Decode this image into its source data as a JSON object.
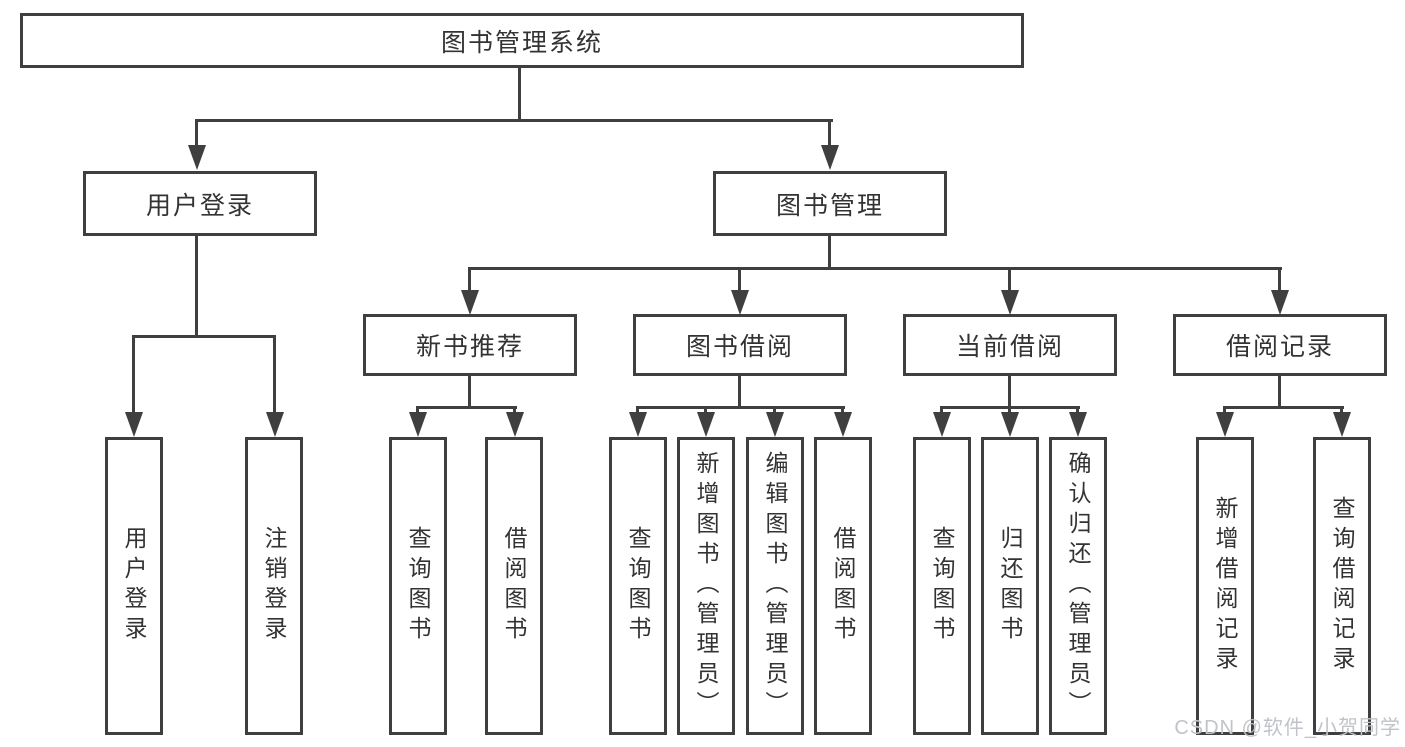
{
  "diagram": {
    "root": {
      "label": "图书管理系统"
    },
    "level1": [
      {
        "label": "用户登录",
        "children": [
          {
            "label": "用户登录"
          },
          {
            "label": "注销登录"
          }
        ]
      },
      {
        "label": "图书管理",
        "children": [
          {
            "label": "新书推荐",
            "children": [
              {
                "label": "查询图书"
              },
              {
                "label": "借阅图书"
              }
            ]
          },
          {
            "label": "图书借阅",
            "children": [
              {
                "label": "查询图书"
              },
              {
                "label": "新增图书（管理员）"
              },
              {
                "label": "编辑图书（管理员）"
              },
              {
                "label": "借阅图书"
              }
            ]
          },
          {
            "label": "当前借阅",
            "children": [
              {
                "label": "查询图书"
              },
              {
                "label": "归还图书"
              },
              {
                "label": "确认归还（管理员）"
              }
            ]
          },
          {
            "label": "借阅记录",
            "children": [
              {
                "label": "新增借阅记录"
              },
              {
                "label": "查询借阅记录"
              }
            ]
          }
        ]
      }
    ]
  },
  "watermark": {
    "text": "CSDN @软件_小贺同学"
  },
  "colors": {
    "line": "#3f3f3f",
    "text": "#333333",
    "watermark": "#c0c3c8",
    "background": "#ffffff"
  }
}
